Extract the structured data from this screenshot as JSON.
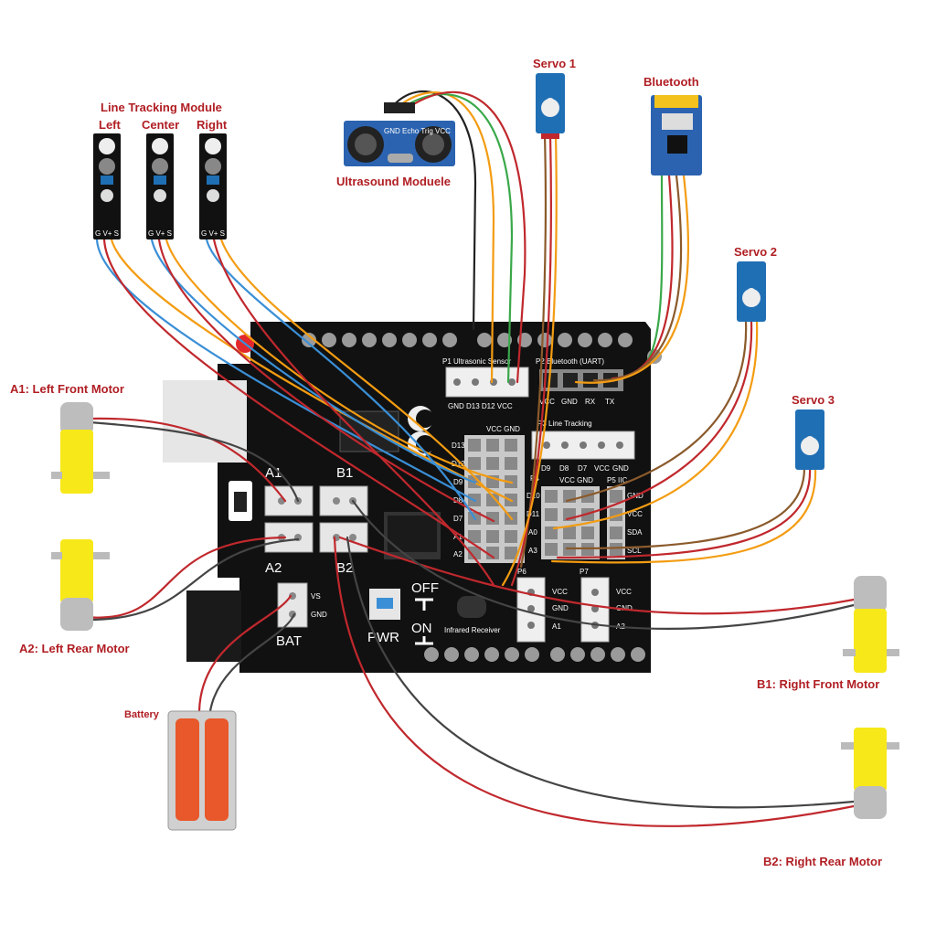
{
  "labels": {
    "line_tracking_title": "Line Tracking Module",
    "left": "Left",
    "center": "Center",
    "right": "Right",
    "ultrasound": "Ultrasound Moduele",
    "servo1": "Servo 1",
    "servo2": "Servo 2",
    "servo3": "Servo 3",
    "bluetooth": "Bluetooth",
    "a1_motor": "A1: Left Front Motor",
    "a2_motor": "A2: Left Rear Motor",
    "b1_motor": "B1: Right Front Motor",
    "b2_motor": "B2: Right Rear Motor",
    "battery": "Battery"
  },
  "board": {
    "p1": "P1 Ultrasonic Sensor",
    "p1_pins": "GND D13  D12  VCC",
    "p2": "P2  Bluetooth (UART)",
    "p2_pins": [
      "VCC",
      "GND",
      "RX",
      "TX"
    ],
    "p3": "P3 Line Tracking",
    "p3_pins": [
      "D9",
      "D8",
      "D7",
      "VCC",
      "GND"
    ],
    "grid_header": "VCC GND",
    "grid_rows": [
      "D13",
      "D12",
      "D9",
      "D8",
      "D7",
      "A1",
      "A2"
    ],
    "p4": "P4",
    "p4_header": "VCC  GND",
    "p4_rows": [
      "D10",
      "D11",
      "A0",
      "A3"
    ],
    "p5": "P5 IIC",
    "p5_rows": [
      "GND",
      "VCC",
      "SDA",
      "SCL"
    ],
    "p6": "P6",
    "p6_pins": [
      "VCC",
      "GND",
      "A1"
    ],
    "p7": "P7",
    "p7_pins": [
      "VCC",
      "GND",
      "A2"
    ],
    "a1": "A1",
    "b1": "B1",
    "a2": "A2",
    "b2": "B2",
    "bat": "BAT",
    "vs": "VS",
    "gnd": "GND",
    "pwr": "PWR",
    "off": "OFF",
    "on": "ON",
    "infrared": "Infrared  Receiver"
  },
  "modules": {
    "line_pins": "G  V+  S",
    "us_pins": "GND Echo Trig VCC"
  },
  "colors": {
    "label_red": "#b01e23",
    "board_black": "#111111",
    "wire_red": "#c0282d",
    "wire_orange": "#f39c12",
    "wire_blue": "#3a8fd6",
    "wire_green": "#3aa84a",
    "wire_brown": "#8b5a2b",
    "wire_black": "#222222",
    "motor_yellow": "#f7e81a",
    "battery_orange": "#e8582a",
    "servo_blue": "#1f6fb5"
  }
}
